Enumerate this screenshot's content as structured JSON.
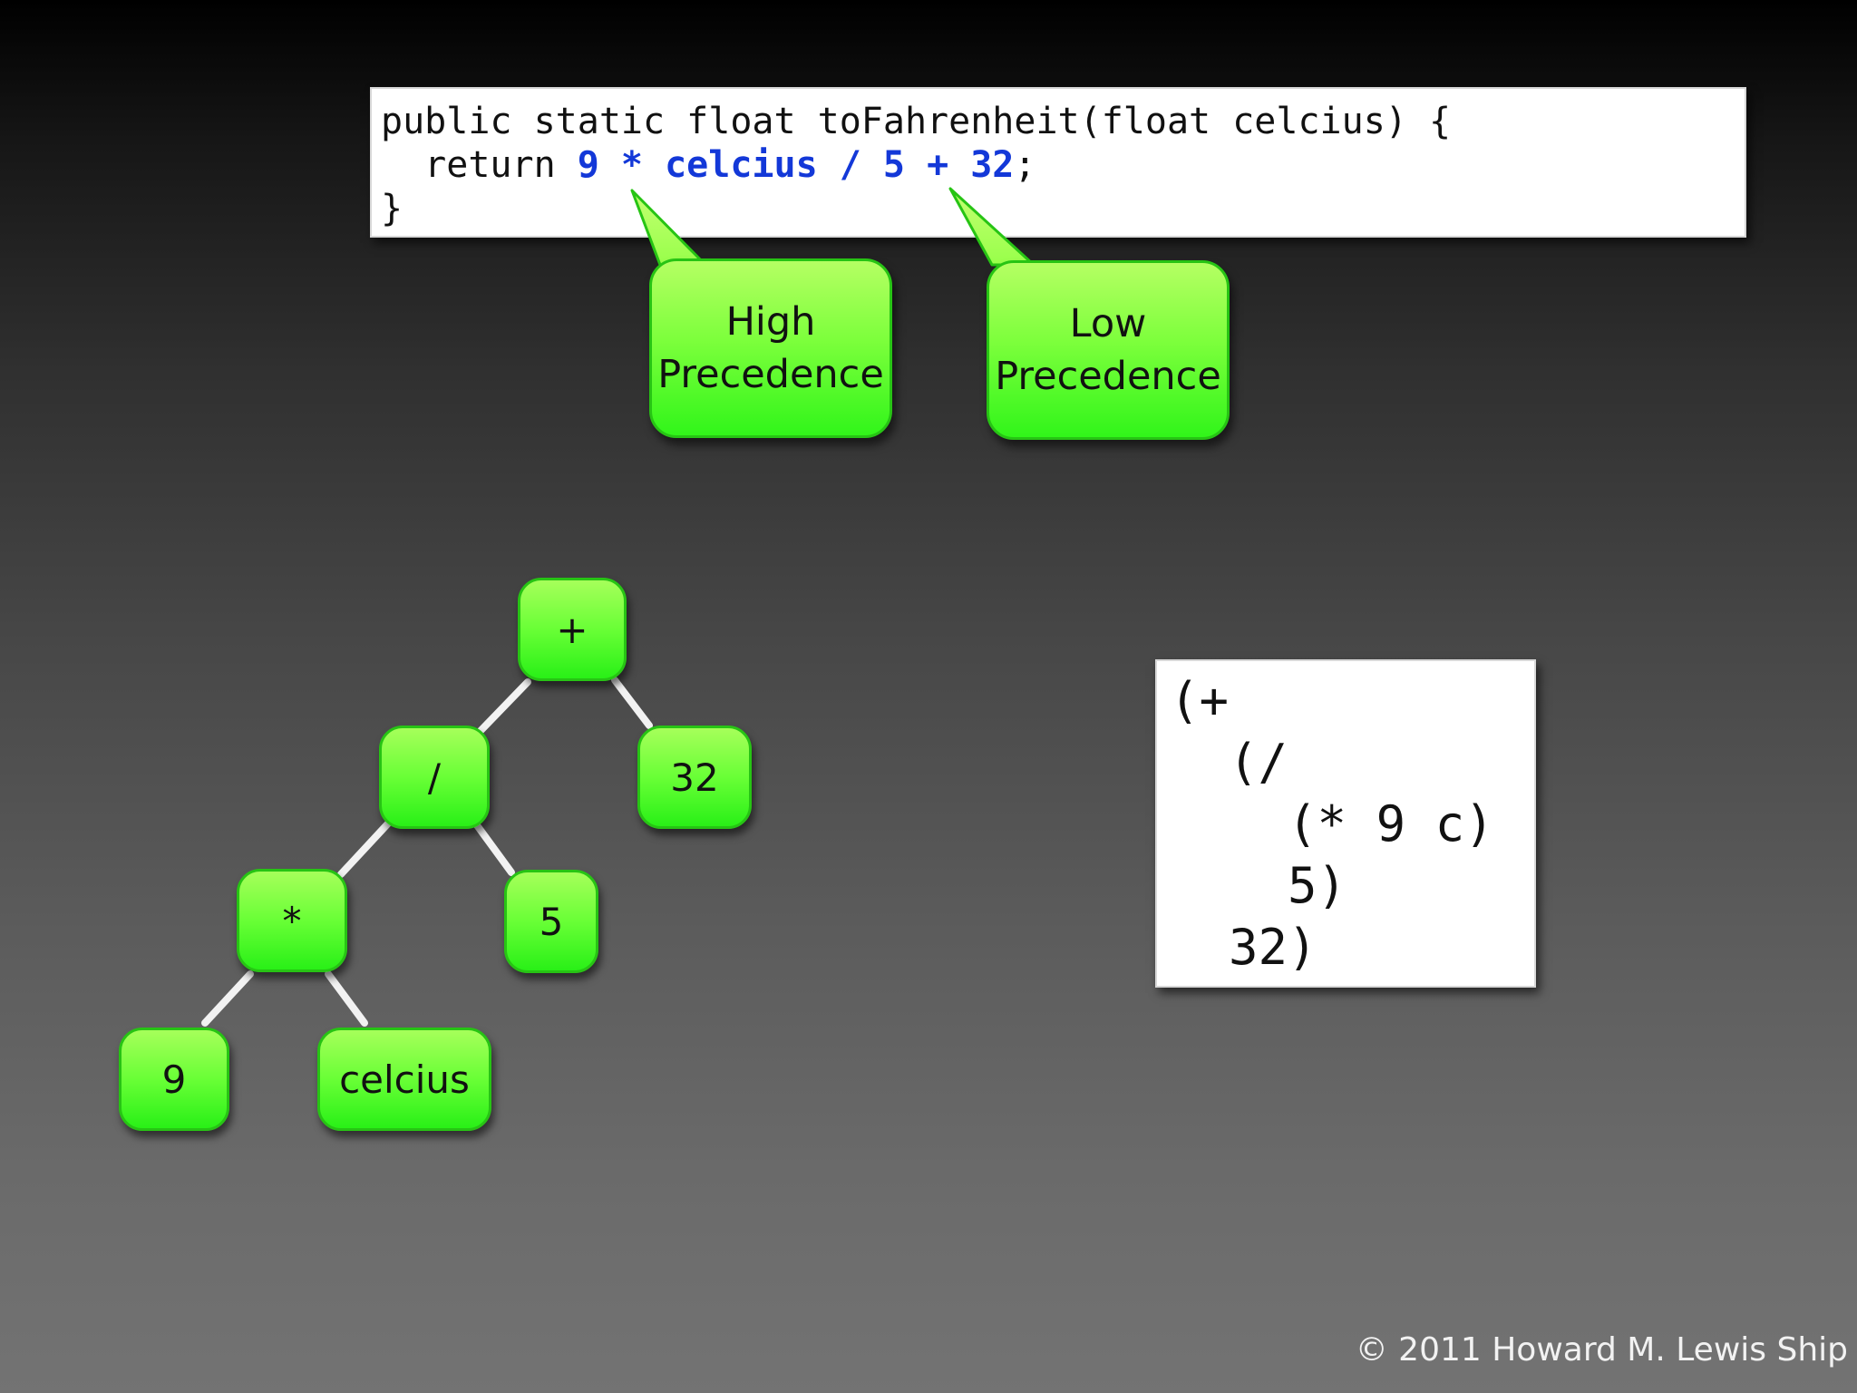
{
  "code": {
    "line1": "public static float toFahrenheit(float celcius) {",
    "line2_prefix": "  return ",
    "line2_expr": "9 * celcius / 5 + 32",
    "line2_suffix": ";",
    "line3": "}"
  },
  "callouts": [
    {
      "line1": "High",
      "line2": "Precedence"
    },
    {
      "line1": "Low",
      "line2": "Precedence"
    }
  ],
  "tree": {
    "nodes": [
      "+",
      "/",
      "32",
      "*",
      "5",
      "9",
      "celcius"
    ]
  },
  "lisp": [
    "(+",
    "  (/",
    "    (* 9 c)",
    "    5)",
    "  32)"
  ],
  "copyright": "© 2011 Howard M. Lewis Ship",
  "colors": {
    "highlight": "#1338d8",
    "node_green": "#69ff36",
    "node_border": "#27c414",
    "tree_edge": "#f2f2f2"
  }
}
